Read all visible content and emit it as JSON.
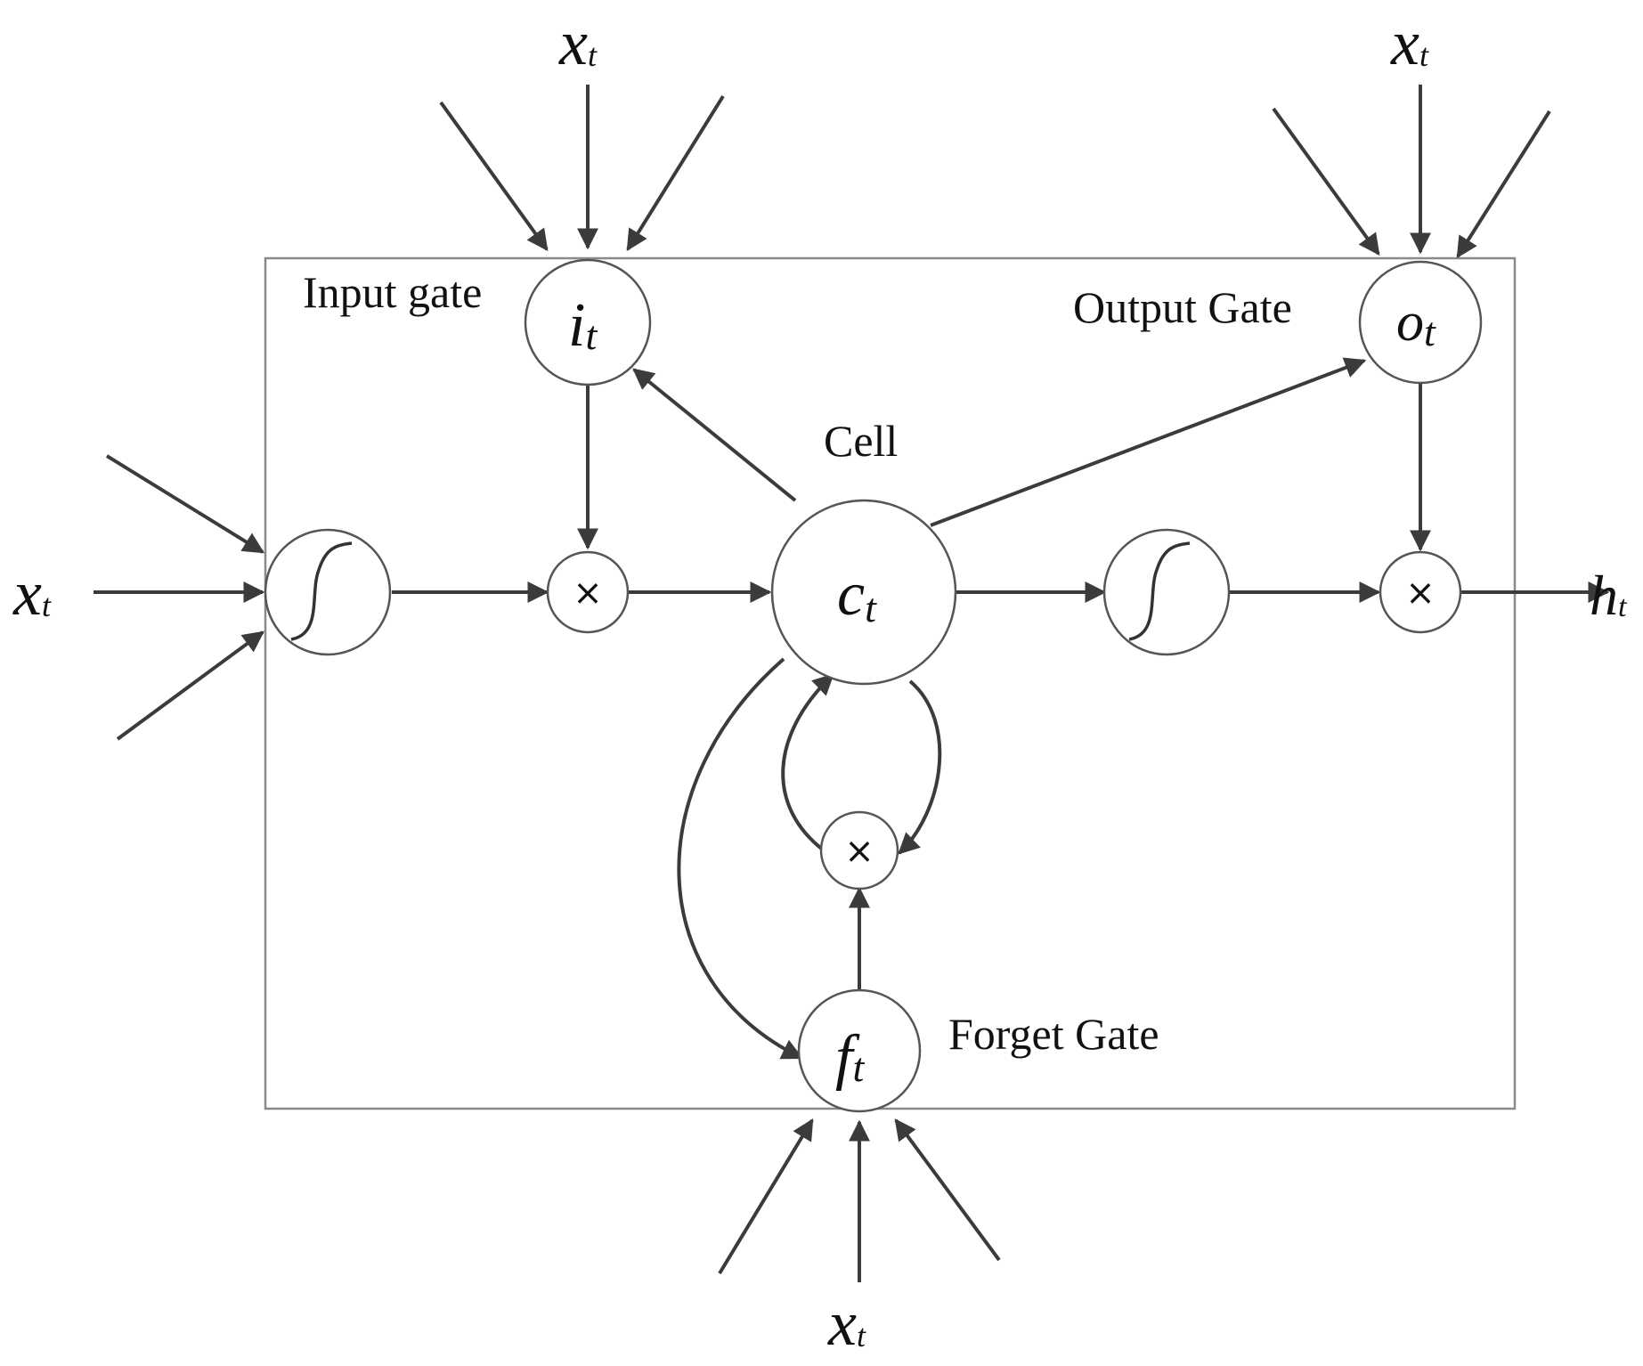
{
  "labels": {
    "input_gate": "Input gate",
    "output_gate": "Output Gate",
    "cell": "Cell",
    "forget_gate": "Forget Gate"
  },
  "symbols": {
    "input_var": "i",
    "output_var": "o",
    "cell_var": "c",
    "forget_var": "f",
    "time_sub": "t",
    "x_var": "x",
    "h_var": "h",
    "multiply": "×"
  },
  "colors": {
    "arrow": "#3b3b3b",
    "node_border": "#555555",
    "frame": "#8a8a8a",
    "text": "#111111"
  }
}
